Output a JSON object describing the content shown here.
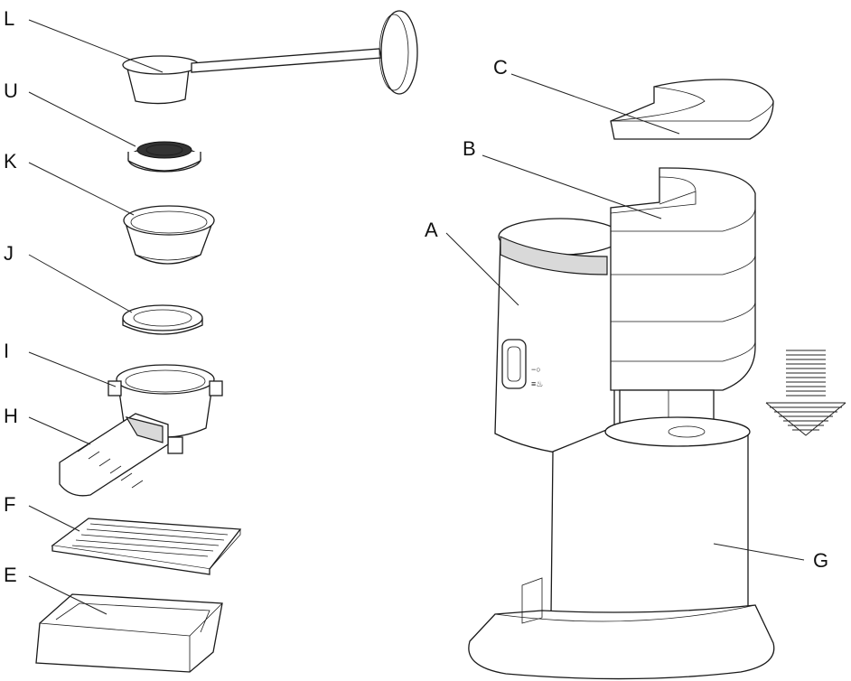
{
  "labels": {
    "L": "L",
    "U": "U",
    "K": "K",
    "J": "J",
    "I": "I",
    "H": "H",
    "F": "F",
    "E": "E",
    "C": "C",
    "B": "B",
    "A": "A",
    "G": "G"
  },
  "parts_icons": [
    "measuring-spoon-with-tamper",
    "filter-disc",
    "filter-cup",
    "filter-gasket",
    "filter-holder-ring",
    "filter-holder-handle",
    "drip-grate",
    "drip-tray",
    "water-tank-lid",
    "water-tank",
    "machine-body",
    "machine-base"
  ],
  "assembly_arrow_icon": "down-arrow-icon"
}
